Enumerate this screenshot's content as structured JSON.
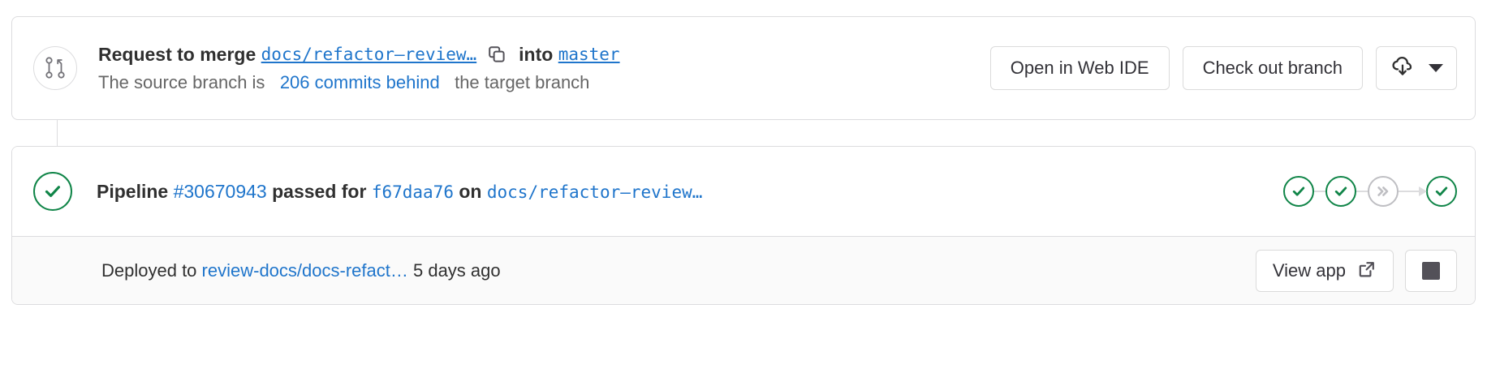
{
  "merge_request": {
    "icon": "merge-request-icon",
    "title_prefix": "Request to merge",
    "source_branch": "docs/refactor–review…",
    "copy_icon": "copy-icon",
    "into_label": "into",
    "target_branch": "master",
    "subtitle_prefix": "The source branch is",
    "behind_link": "206 commits behind",
    "subtitle_suffix": "the target branch",
    "actions": {
      "web_ide_label": "Open in Web IDE",
      "checkout_label": "Check out branch",
      "download_icon": "cloud-download-icon",
      "dropdown_icon": "chevron-down-icon"
    }
  },
  "pipeline": {
    "status_icon": "check-circle-icon",
    "status_color": "#108548",
    "label": "Pipeline",
    "id": "#30670943",
    "result": "passed for",
    "commit_sha": "f67daa76",
    "on_label": "on",
    "branch": "docs/refactor–review…",
    "stages": [
      {
        "name": "stage-passed-1",
        "state": "passed",
        "icon": "check-icon"
      },
      {
        "name": "stage-passed-2",
        "state": "passed",
        "icon": "check-icon"
      },
      {
        "name": "stage-skipped",
        "state": "skipped",
        "icon": "double-chevron-right-icon"
      },
      {
        "name": "stage-passed-3",
        "state": "passed",
        "icon": "check-icon"
      }
    ]
  },
  "deployment": {
    "prefix": "Deployed to",
    "environment": "review-docs/docs-refact…",
    "timestamp": "5 days ago",
    "view_app_label": "View app",
    "external_link_icon": "external-link-icon",
    "stop_icon": "stop-square-icon"
  },
  "colors": {
    "link": "#1f75cb",
    "success": "#108548",
    "border": "#dcdcde",
    "footer_bg": "#fafafa",
    "text": "#303030",
    "muted": "#666666"
  }
}
